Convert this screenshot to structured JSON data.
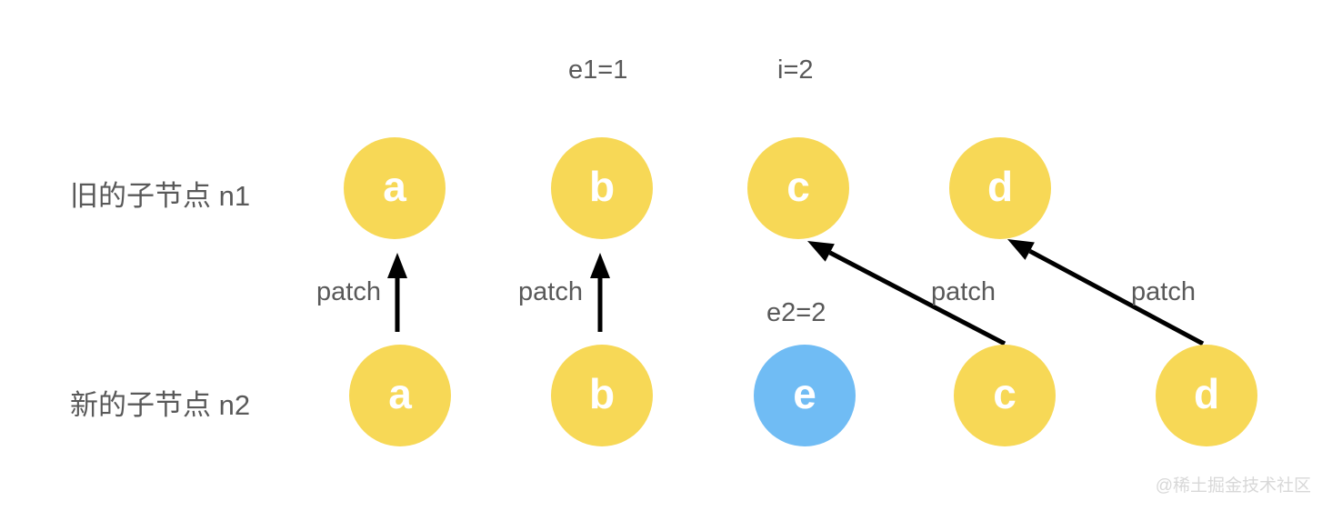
{
  "colors": {
    "node-yellow": "#F7D856",
    "node-blue": "#70BCF4",
    "arrow-black": "#000000",
    "label-gray": "#595959",
    "watermark-gray": "#D8D8D8",
    "node-letter": "#FFFFFF",
    "background": "#FFFFFF"
  },
  "annotations": {
    "e1": "e1=1",
    "i": "i=2",
    "e2": "e2=2"
  },
  "rows": {
    "old": {
      "label": "旧的子节点 n1",
      "nodes": [
        {
          "label": "a",
          "color": "yellow"
        },
        {
          "label": "b",
          "color": "yellow"
        },
        {
          "label": "c",
          "color": "yellow"
        },
        {
          "label": "d",
          "color": "yellow"
        }
      ]
    },
    "new": {
      "label": "新的子节点 n2",
      "nodes": [
        {
          "label": "a",
          "color": "yellow"
        },
        {
          "label": "b",
          "color": "yellow"
        },
        {
          "label": "e",
          "color": "blue"
        },
        {
          "label": "c",
          "color": "yellow"
        },
        {
          "label": "d",
          "color": "yellow"
        }
      ]
    }
  },
  "arrows": [
    {
      "label": "patch",
      "from": "new-a",
      "to": "old-a"
    },
    {
      "label": "patch",
      "from": "new-b",
      "to": "old-b"
    },
    {
      "label": "patch",
      "from": "new-c",
      "to": "old-c"
    },
    {
      "label": "patch",
      "from": "new-d",
      "to": "old-d"
    }
  ],
  "watermark": "@稀土掘金技术社区"
}
